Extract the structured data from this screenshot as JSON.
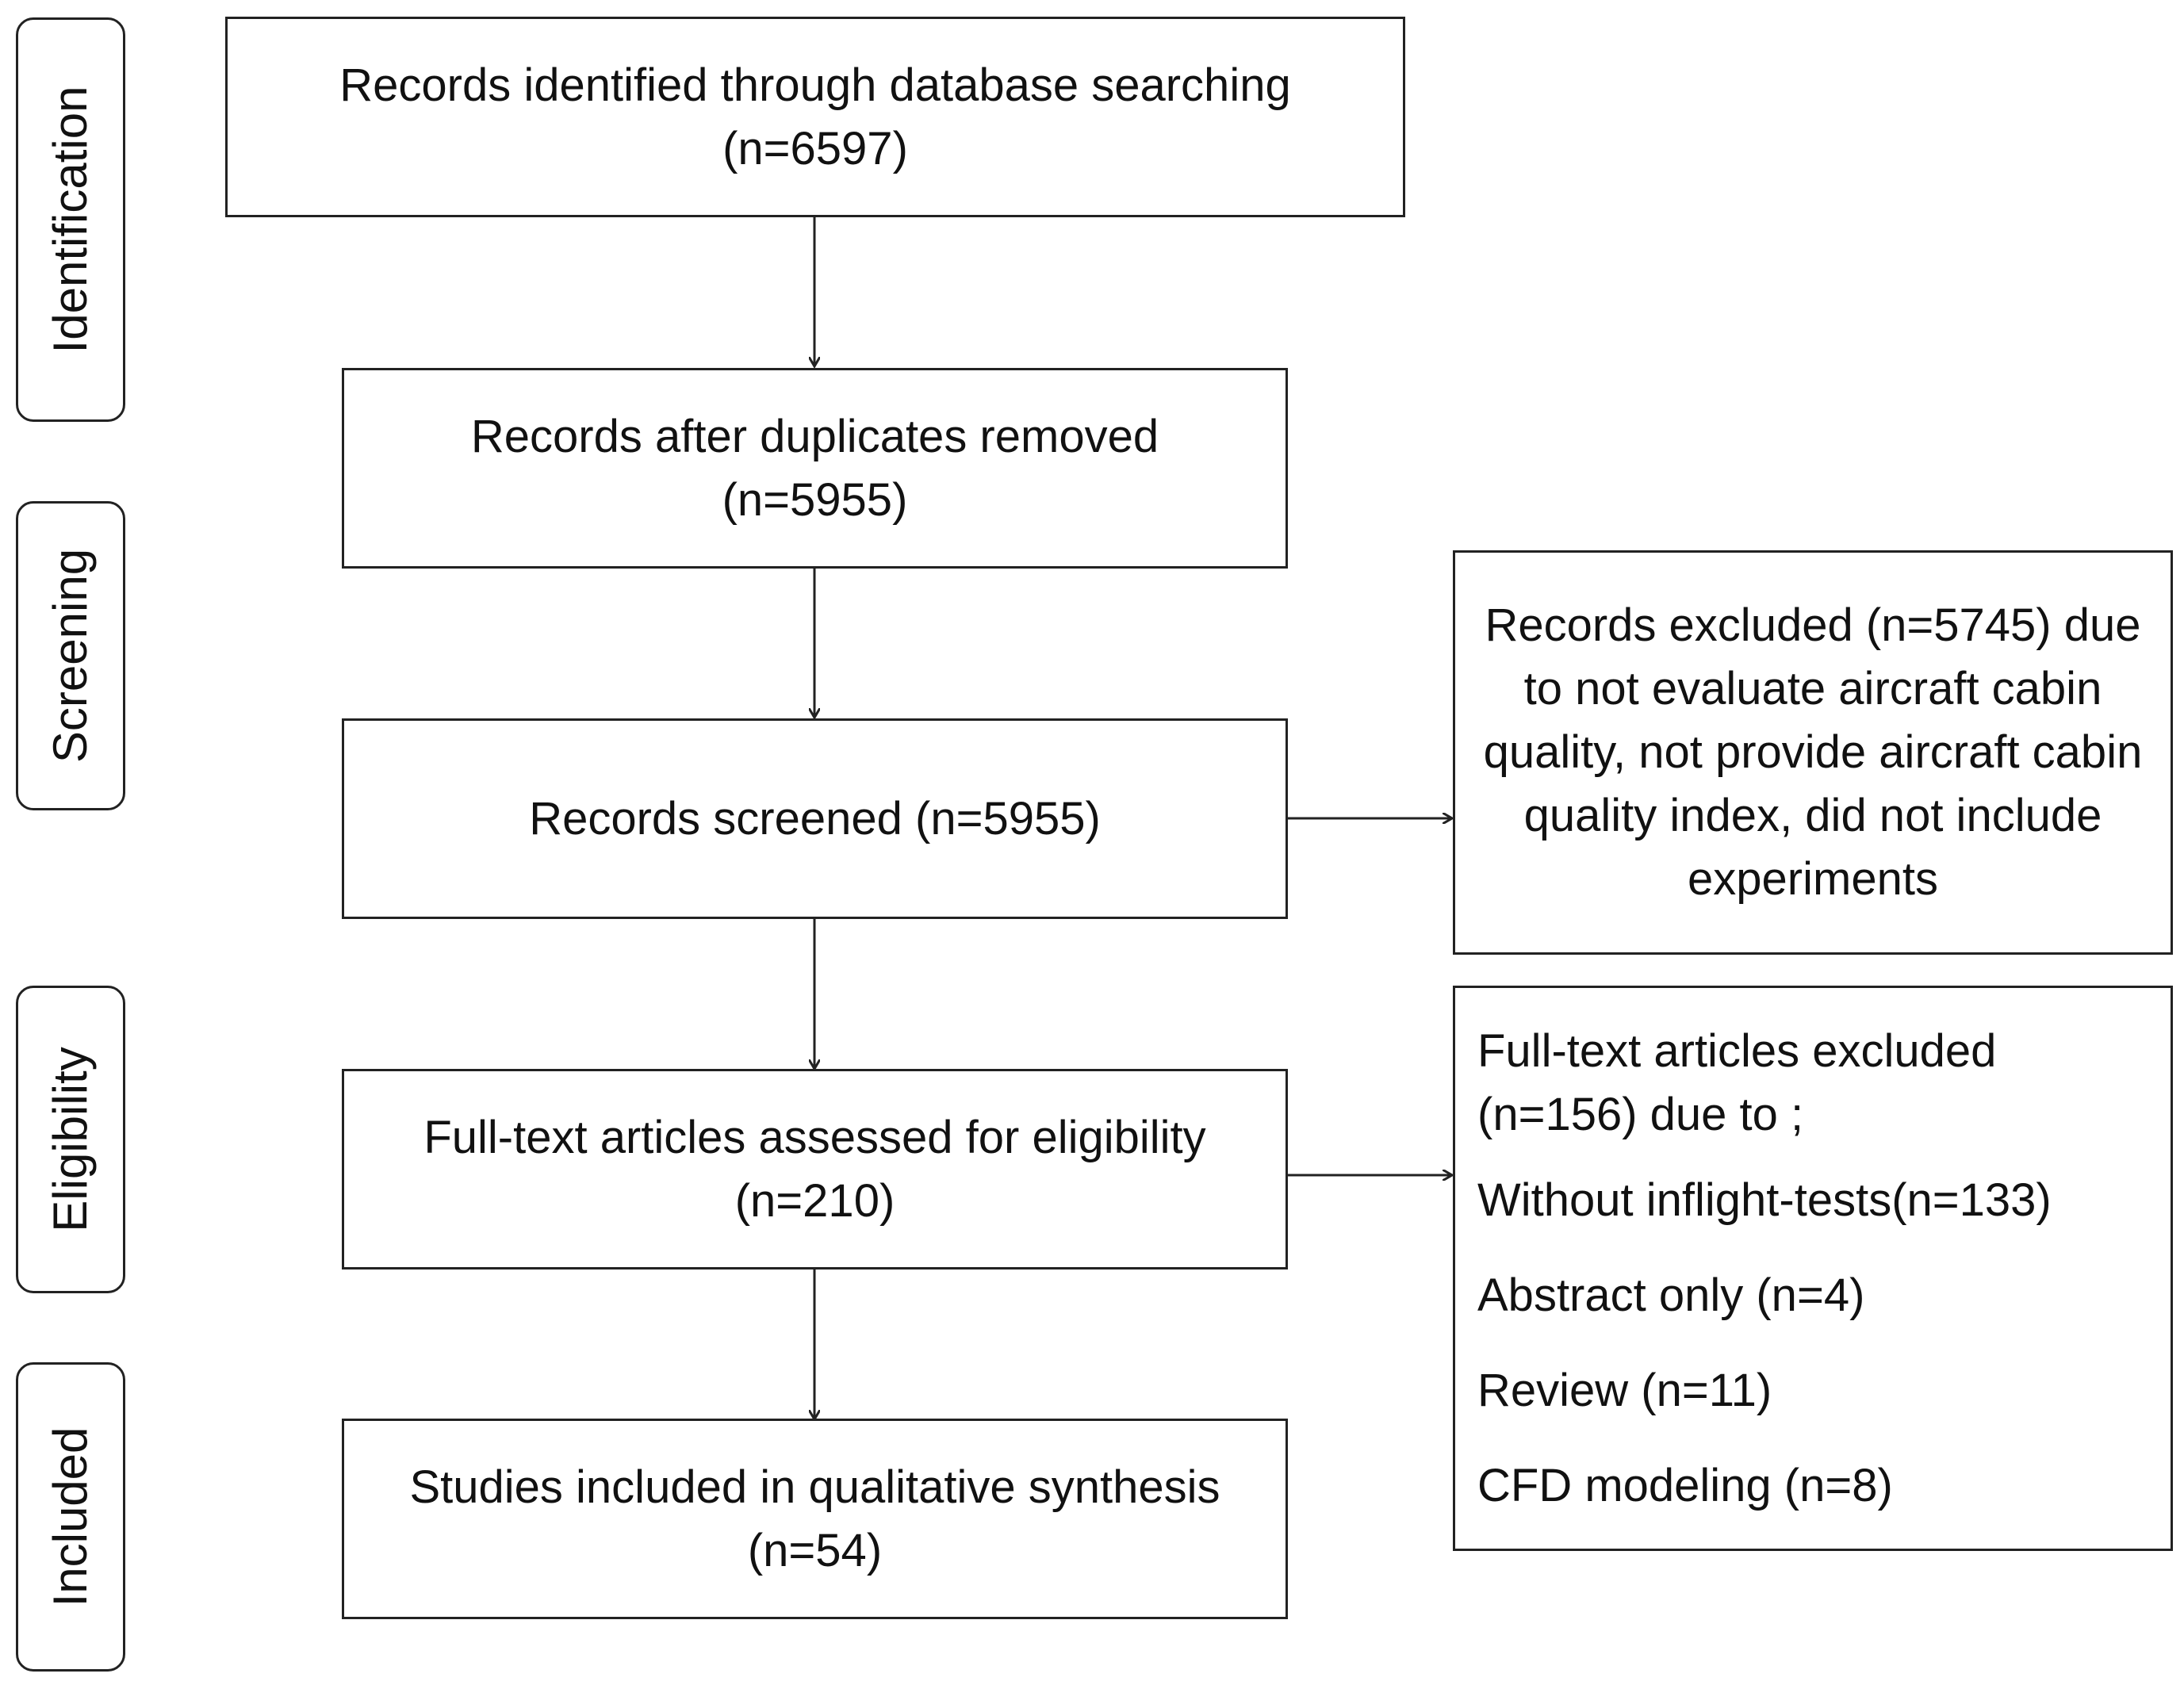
{
  "stages": [
    {
      "id": "identification",
      "label": "Identification"
    },
    {
      "id": "screening",
      "label": "Screening"
    },
    {
      "id": "eligibility",
      "label": "Eligibility"
    },
    {
      "id": "included",
      "label": "Included"
    }
  ],
  "boxes": {
    "identified": {
      "text": "Records identified through database searching",
      "count": "(n=6597)"
    },
    "deduplicated": {
      "text": "Records after duplicates removed",
      "count": "(n=5955)"
    },
    "screened": {
      "text": "Records screened (n=5955)"
    },
    "full_text": {
      "text": "Full-text articles assessed for eligibility",
      "count": "(n=210)"
    },
    "included": {
      "text": "Studies included in qualitative synthesis",
      "count": "(n=54)"
    }
  },
  "excluded_records": {
    "text": "Records excluded (n=5745) due to not evaluate aircraft cabin quality, not provide aircraft cabin quality index, did not include experiments"
  },
  "excluded_full_text": {
    "heading_line1": "Full-text articles excluded",
    "heading_line2": "(n=156) due to ;",
    "reasons": [
      "Without inflight-tests(n=133)",
      "Abstract only (n=4)",
      "Review (n=11)",
      "CFD modeling (n=8)"
    ]
  }
}
